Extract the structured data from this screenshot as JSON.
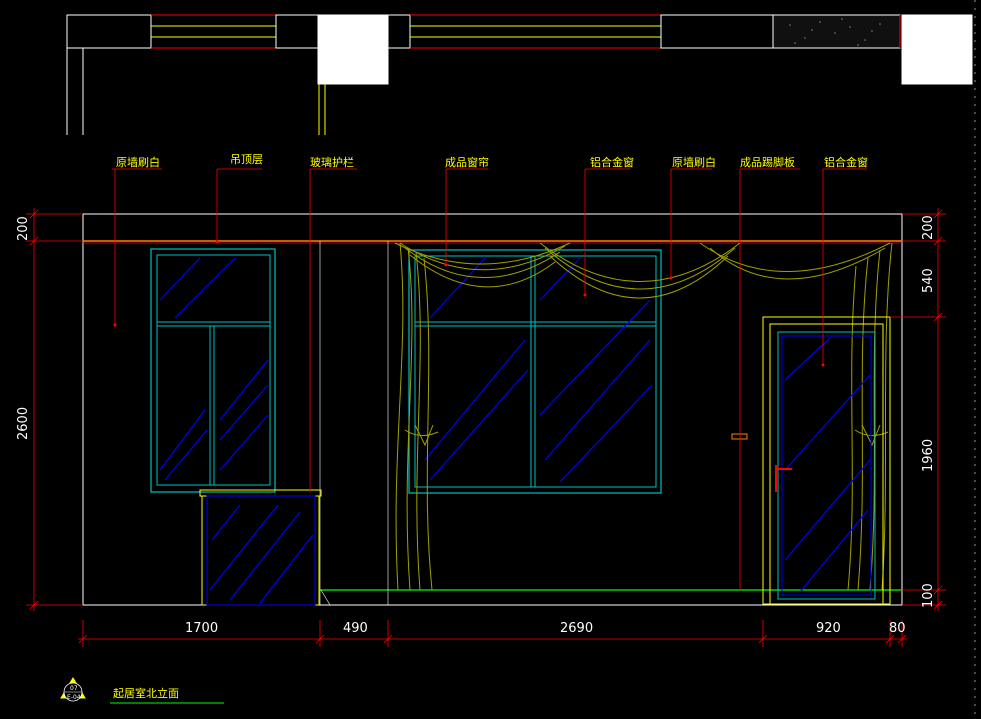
{
  "labels": {
    "wall_white_left": "原墙刷白",
    "ceiling_layer": "吊顶层",
    "railing": "玻璃护栏",
    "curtain": "成品窗帘",
    "alu_window": "铝合金窗",
    "wall_white_right": "原墙刷白",
    "board": "成品踢脚板",
    "alu_door": "铝合金窗"
  },
  "dimensions": {
    "bottom": [
      "1700",
      "490",
      "2690",
      "920",
      "80"
    ],
    "left": [
      "200",
      "2600"
    ],
    "right": [
      "200",
      "540",
      "1960",
      "100"
    ]
  },
  "title": {
    "drawing_name": "起居室北立面",
    "symbol_top": "07",
    "symbol_bottom": "E-04"
  },
  "colors": {
    "background": "#000000",
    "label": "#ffff00",
    "leader": "#ff0000",
    "window_frame": "#00c0c0",
    "glass_hatch": "#0000ff",
    "curtain": "#a0a000",
    "wall": "#ffffff",
    "floor": "#00ff00"
  }
}
